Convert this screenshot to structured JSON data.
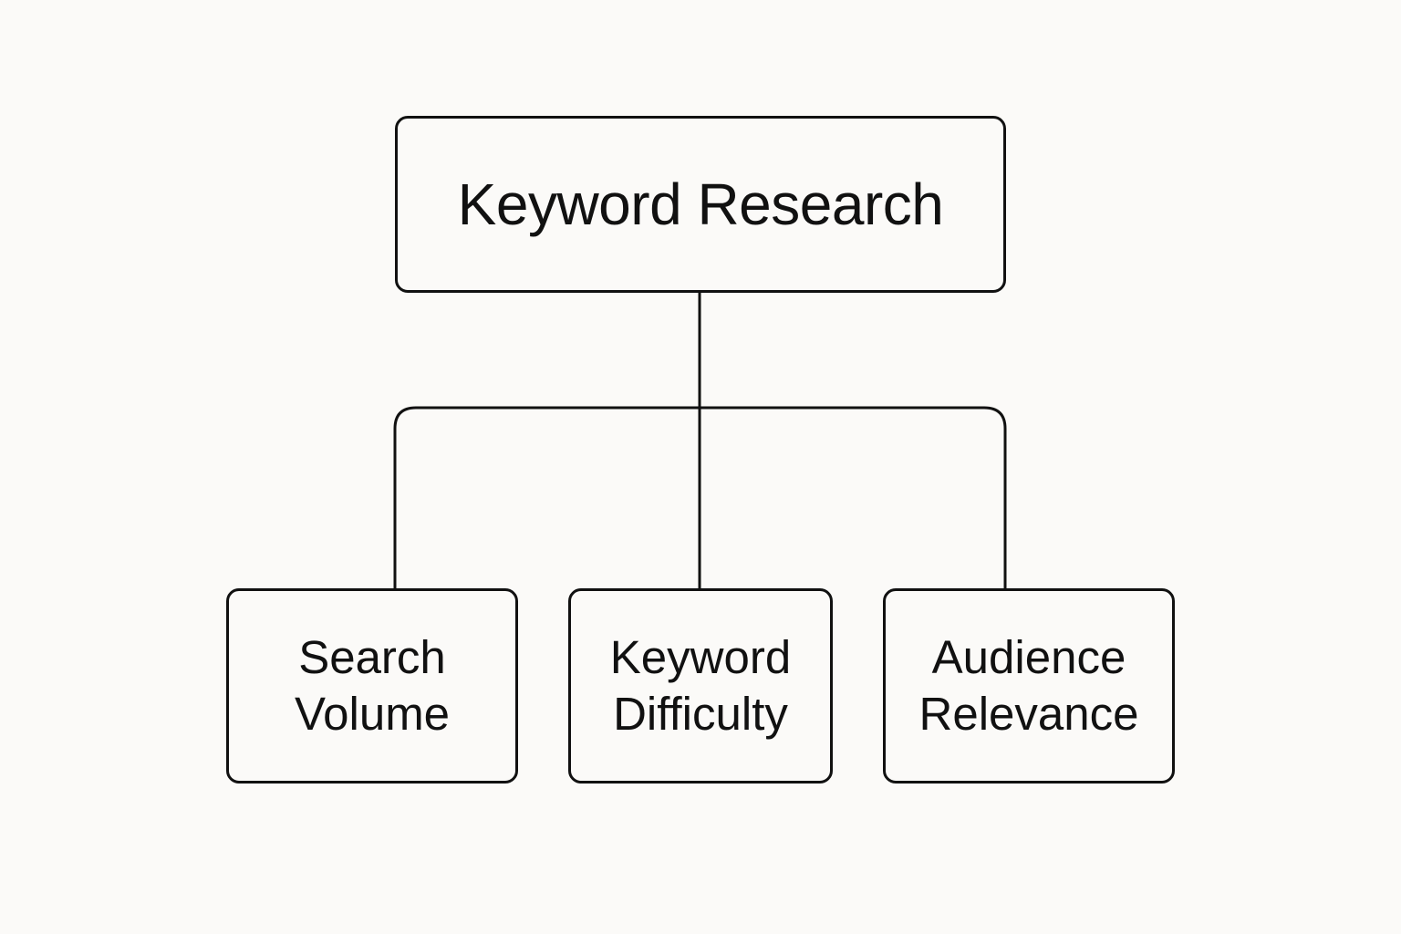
{
  "diagram": {
    "root": {
      "label": "Keyword Research"
    },
    "children": [
      {
        "label": "Search\nVolume"
      },
      {
        "label": "Keyword\nDifficulty"
      },
      {
        "label": "Audience\nRelevance"
      }
    ]
  },
  "colors": {
    "background": "#fbfaf8",
    "stroke": "#111111",
    "text": "#111111"
  }
}
